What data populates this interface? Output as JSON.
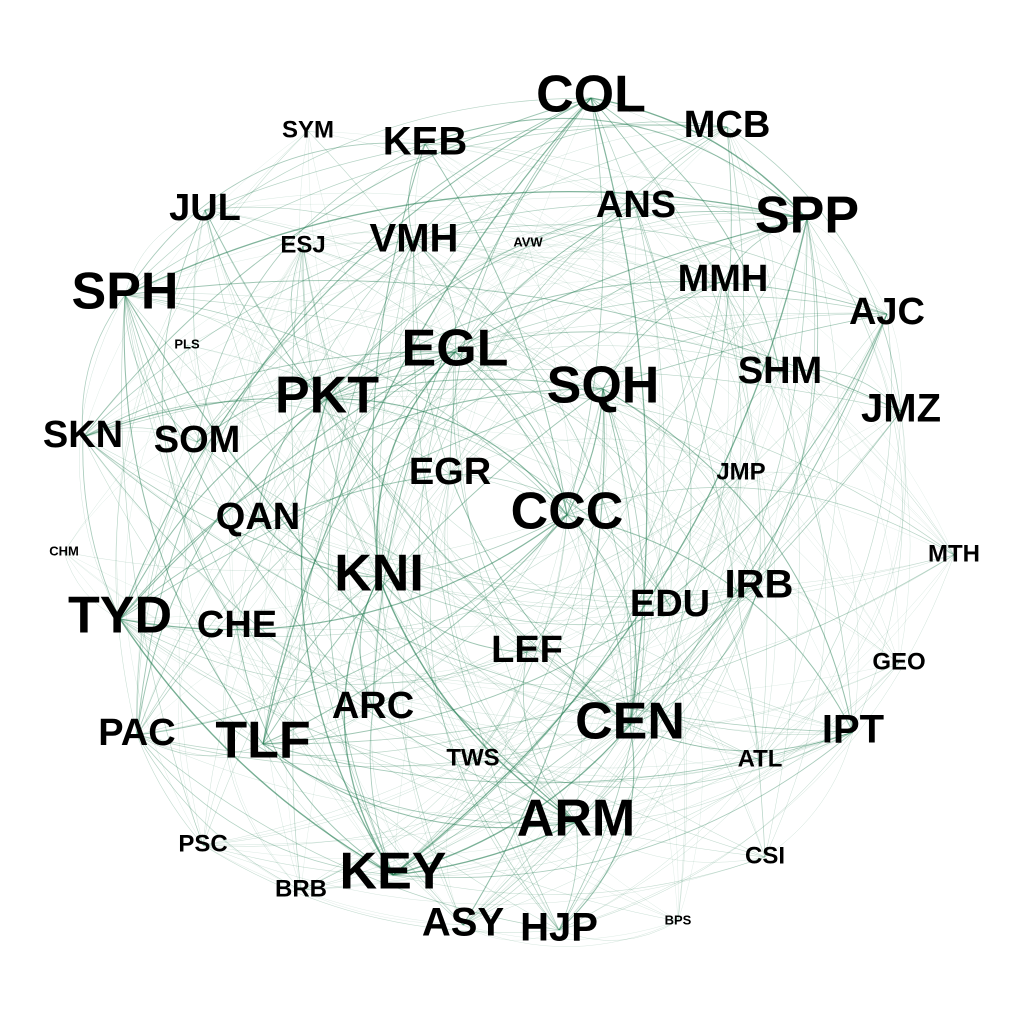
{
  "palette": {
    "edge": "#1f7a4f",
    "label": "#000000",
    "background": "#ffffff"
  },
  "nodes": [
    {
      "id": "COL",
      "label": "COL",
      "weight": 1.0
    },
    {
      "id": "MCB",
      "label": "MCB",
      "weight": 0.62
    },
    {
      "id": "KEB",
      "label": "KEB",
      "weight": 0.7
    },
    {
      "id": "SYM",
      "label": "SYM",
      "weight": 0.38
    },
    {
      "id": "SPP",
      "label": "SPP",
      "weight": 0.95
    },
    {
      "id": "ANS",
      "label": "ANS",
      "weight": 0.62
    },
    {
      "id": "JUL",
      "label": "JUL",
      "weight": 0.66
    },
    {
      "id": "ESJ",
      "label": "ESJ",
      "weight": 0.4
    },
    {
      "id": "VMH",
      "label": "VMH",
      "weight": 0.7
    },
    {
      "id": "AVW",
      "label": "AVW",
      "weight": 0.18
    },
    {
      "id": "MMH",
      "label": "MMH",
      "weight": 0.62
    },
    {
      "id": "SPH",
      "label": "SPH",
      "weight": 1.0
    },
    {
      "id": "AJC",
      "label": "AJC",
      "weight": 0.65
    },
    {
      "id": "PLS",
      "label": "PLS",
      "weight": 0.18
    },
    {
      "id": "EGL",
      "label": "EGL",
      "weight": 1.0
    },
    {
      "id": "SHM",
      "label": "SHM",
      "weight": 0.64
    },
    {
      "id": "SQH",
      "label": "SQH",
      "weight": 1.0
    },
    {
      "id": "PKT",
      "label": "PKT",
      "weight": 1.0
    },
    {
      "id": "JMZ",
      "label": "JMZ",
      "weight": 0.7
    },
    {
      "id": "SKN",
      "label": "SKN",
      "weight": 0.66
    },
    {
      "id": "SOM",
      "label": "SOM",
      "weight": 0.66
    },
    {
      "id": "EGR",
      "label": "EGR",
      "weight": 0.64
    },
    {
      "id": "JMP",
      "label": "JMP",
      "weight": 0.38
    },
    {
      "id": "CCC",
      "label": "CCC",
      "weight": 1.0
    },
    {
      "id": "QAN",
      "label": "QAN",
      "weight": 0.62
    },
    {
      "id": "CHM",
      "label": "CHM",
      "weight": 0.18
    },
    {
      "id": "MTH",
      "label": "MTH",
      "weight": 0.38
    },
    {
      "id": "KNI",
      "label": "KNI",
      "weight": 1.0
    },
    {
      "id": "IRB",
      "label": "IRB",
      "weight": 0.68
    },
    {
      "id": "TYD",
      "label": "TYD",
      "weight": 1.0
    },
    {
      "id": "CHE",
      "label": "CHE",
      "weight": 0.66
    },
    {
      "id": "EDU",
      "label": "EDU",
      "weight": 0.62
    },
    {
      "id": "LEF",
      "label": "LEF",
      "weight": 0.64
    },
    {
      "id": "GEO",
      "label": "GEO",
      "weight": 0.38
    },
    {
      "id": "CEN",
      "label": "CEN",
      "weight": 1.0
    },
    {
      "id": "ARC",
      "label": "ARC",
      "weight": 0.66
    },
    {
      "id": "PAC",
      "label": "PAC",
      "weight": 0.66
    },
    {
      "id": "TLF",
      "label": "TLF",
      "weight": 1.0
    },
    {
      "id": "IPT",
      "label": "IPT",
      "weight": 0.68
    },
    {
      "id": "TWS",
      "label": "TWS",
      "weight": 0.4
    },
    {
      "id": "ATL",
      "label": "ATL",
      "weight": 0.38
    },
    {
      "id": "ARM",
      "label": "ARM",
      "weight": 1.0
    },
    {
      "id": "PSC",
      "label": "PSC",
      "weight": 0.4
    },
    {
      "id": "CSI",
      "label": "CSI",
      "weight": 0.38
    },
    {
      "id": "KEY",
      "label": "KEY",
      "weight": 1.0
    },
    {
      "id": "BRB",
      "label": "BRB",
      "weight": 0.4
    },
    {
      "id": "ASY",
      "label": "ASY",
      "weight": 0.7
    },
    {
      "id": "HJP",
      "label": "HJP",
      "weight": 0.7
    },
    {
      "id": "BPS",
      "label": "BPS",
      "weight": 0.18
    }
  ]
}
